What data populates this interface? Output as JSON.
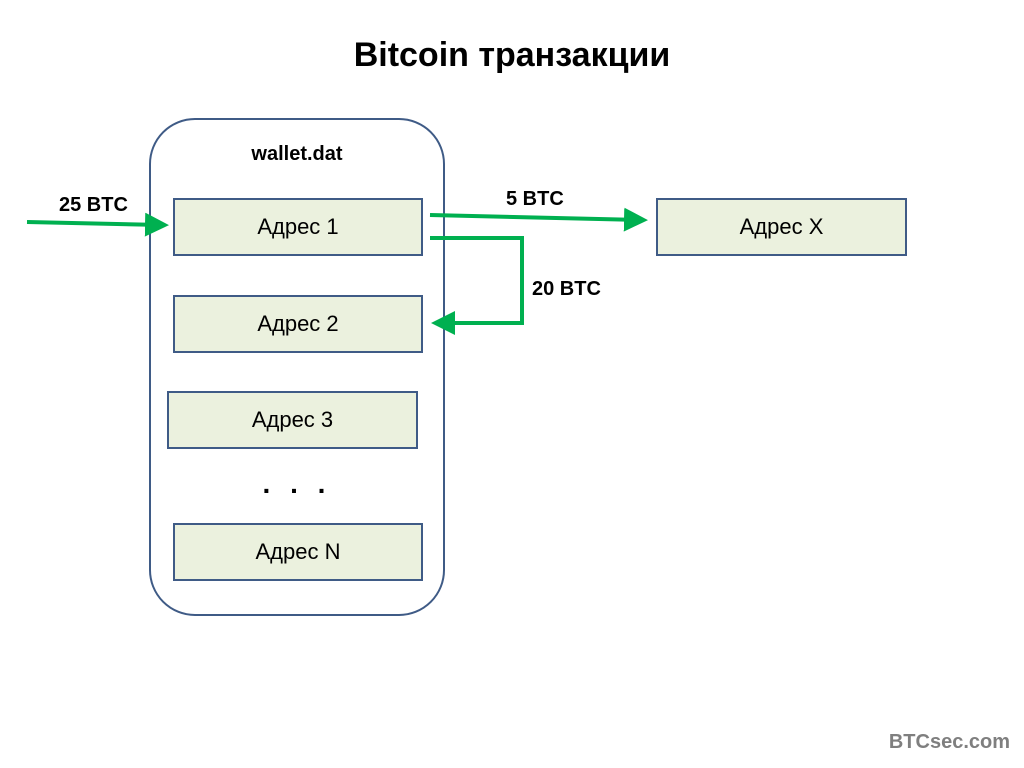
{
  "title": "Bitcoin транзакции",
  "wallet": {
    "label": "wallet.dat",
    "addresses": [
      "Адрес 1",
      "Адрес 2",
      "Адрес 3",
      "Адрес N"
    ],
    "ellipsis": ". . ."
  },
  "external_address": "Адрес X",
  "flows": {
    "incoming": "25 BTC",
    "to_external": "5 BTC",
    "change": "20 BTC"
  },
  "footer": "BTCsec.com",
  "colors": {
    "arrow": "#00b050",
    "box_fill": "#ebf1de",
    "box_border": "#3f5b86"
  }
}
